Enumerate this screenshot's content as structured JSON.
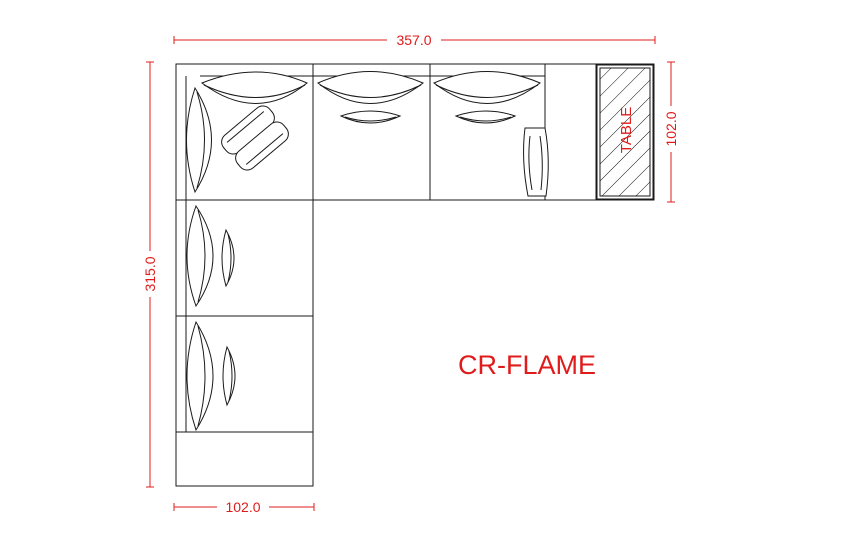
{
  "drawing": {
    "model_name": "CR-FLAME",
    "table_label": "TABLE",
    "dimensions": {
      "overall_width": "357.0",
      "overall_depth": "315.0",
      "table_depth": "102.0",
      "chaise_width": "102.0"
    },
    "colors": {
      "outline": "#1a1a1a",
      "dimension": "#e01b1b",
      "background": "#ffffff"
    }
  }
}
